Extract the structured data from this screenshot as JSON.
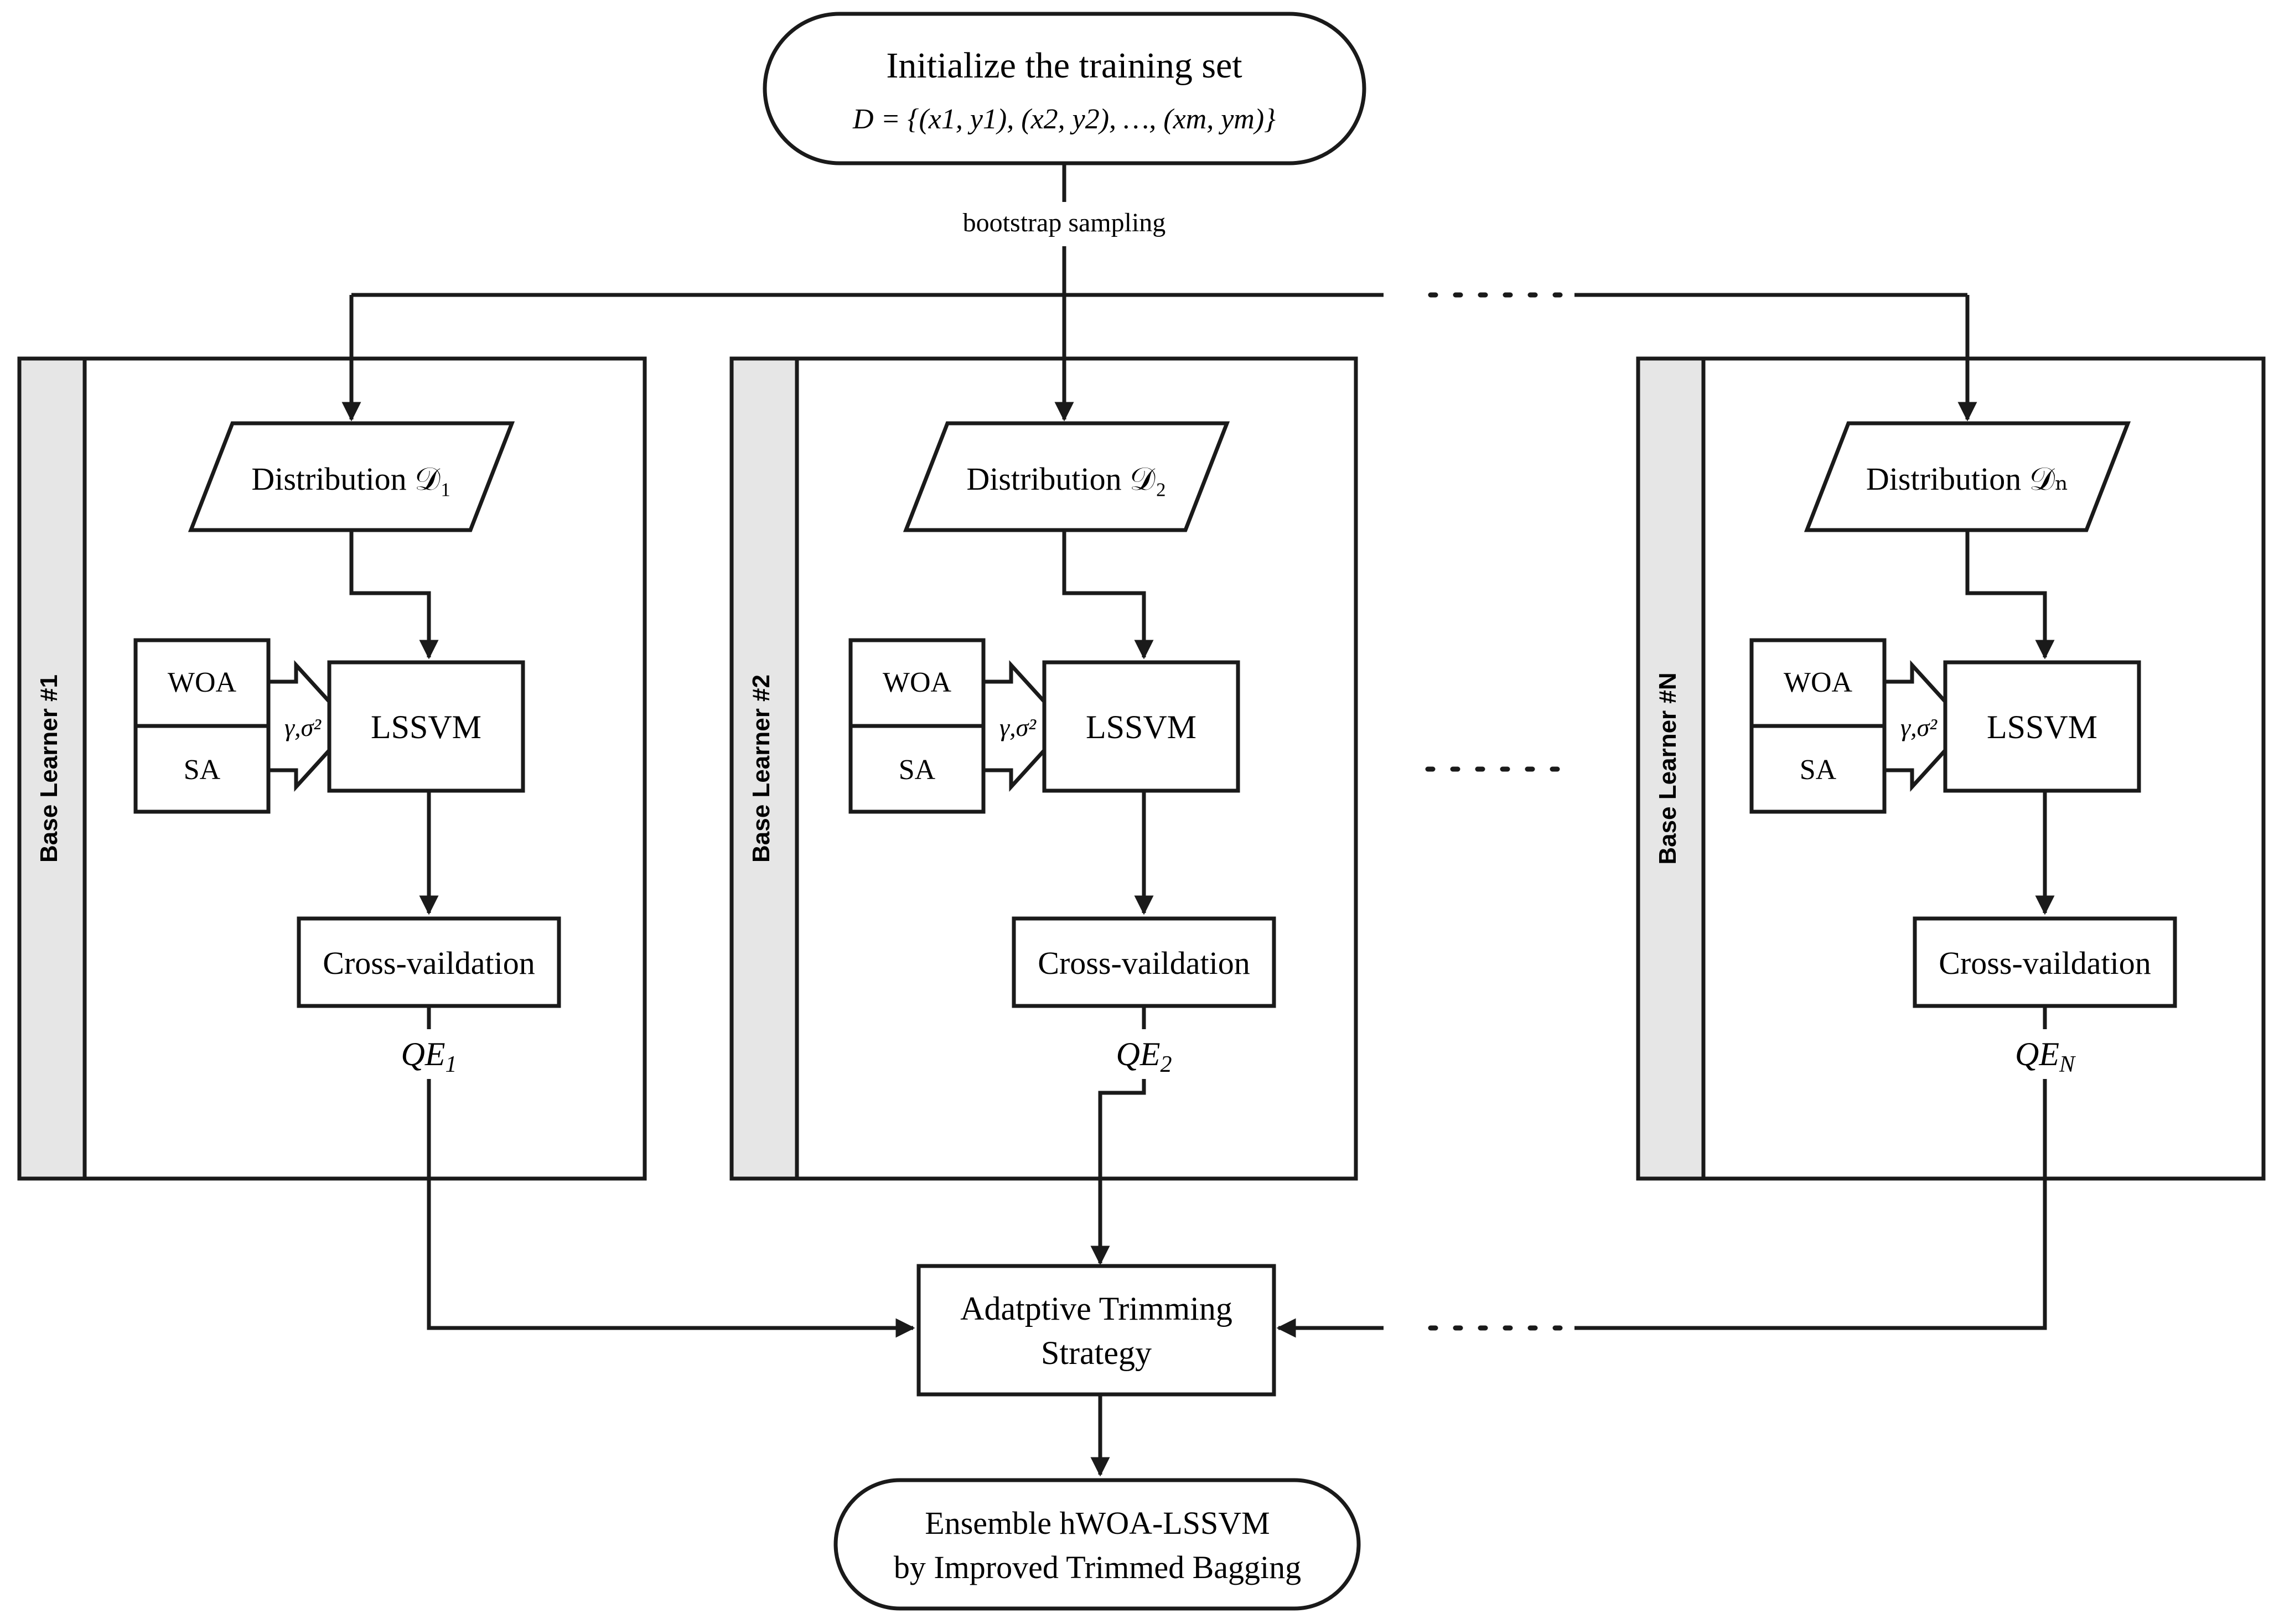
{
  "start": {
    "title": "Initialize the training set",
    "formula": "D = {(x1, y1), (x2, y2), …, (xm, ym)}"
  },
  "sampling_label": "bootstrap sampling",
  "learners": [
    {
      "lane_label": "Base Learner #1",
      "distribution": "Distribution 𝒟₁",
      "woa": "WOA",
      "sa": "SA",
      "params": "γ,σ²",
      "model": "LSSVM",
      "validation": "Cross-vaildation",
      "error_base": "QE",
      "error_sub": "1"
    },
    {
      "lane_label": "Base Learner #2",
      "distribution": "Distribution 𝒟₂",
      "woa": "WOA",
      "sa": "SA",
      "params": "γ,σ²",
      "model": "LSSVM",
      "validation": "Cross-vaildation",
      "error_base": "QE",
      "error_sub": "2"
    },
    {
      "lane_label": "Base Learner #N",
      "distribution": "Distribution 𝒟ₙ",
      "woa": "WOA",
      "sa": "SA",
      "params": "γ,σ²",
      "model": "LSSVM",
      "validation": "Cross-vaildation",
      "error_base": "QE",
      "error_sub": "N"
    }
  ],
  "ellipsis": "· · · · · ·",
  "trimming": {
    "line1": "Adatptive Trimming",
    "line2": "Strategy"
  },
  "end": {
    "line1": "Ensemble hWOA-LSSVM",
    "line2": "by Improved Trimmed Bagging"
  }
}
